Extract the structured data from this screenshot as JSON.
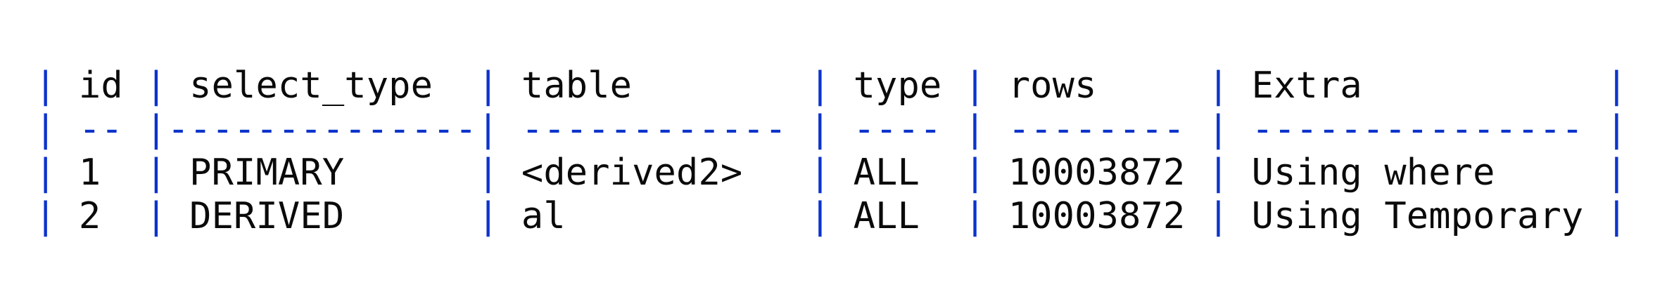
{
  "screen": {
    "kind": "terminal-output",
    "description": "MySQL EXPLAIN query plan result table rendered as ASCII table"
  },
  "colors": {
    "frame": "#0c33cb",
    "text": "#0a0a0a",
    "background": "#ffffff"
  },
  "explain_table": {
    "columns": [
      "id",
      "select_type",
      "table",
      "type",
      "rows",
      "Extra"
    ],
    "rows": [
      {
        "id": "1",
        "select_type": "PRIMARY",
        "table": "<derived2>",
        "type": "ALL",
        "rows": "10003872",
        "Extra": "Using where"
      },
      {
        "id": "2",
        "select_type": "DERIVED",
        "table": "al",
        "type": "ALL",
        "rows": "10003872",
        "Extra": "Using Temporary"
      }
    ]
  },
  "terminal": {
    "lines": [
      {
        "name": "explain-header-line",
        "segments": [
          {
            "kind": "frame",
            "t": "|"
          },
          {
            "kind": "text",
            "t": " id "
          },
          {
            "kind": "frame",
            "t": "|"
          },
          {
            "kind": "text",
            "t": " select_type  "
          },
          {
            "kind": "frame",
            "t": "|"
          },
          {
            "kind": "text",
            "t": " table        "
          },
          {
            "kind": "frame",
            "t": "|"
          },
          {
            "kind": "text",
            "t": " type "
          },
          {
            "kind": "frame",
            "t": "|"
          },
          {
            "kind": "text",
            "t": " rows     "
          },
          {
            "kind": "frame",
            "t": "|"
          },
          {
            "kind": "text",
            "t": " Extra           "
          },
          {
            "kind": "frame",
            "t": "|"
          }
        ]
      },
      {
        "name": "explain-separator-line",
        "segments": [
          {
            "kind": "frame",
            "t": "| -- |--------------| ------------ | ---- | -------- | --------------- |"
          }
        ]
      },
      {
        "name": "explain-row-1",
        "segments": [
          {
            "kind": "frame",
            "t": "|"
          },
          {
            "kind": "text",
            "t": " 1  "
          },
          {
            "kind": "frame",
            "t": "|"
          },
          {
            "kind": "text",
            "t": " PRIMARY      "
          },
          {
            "kind": "frame",
            "t": "|"
          },
          {
            "kind": "text",
            "t": " <derived2>   "
          },
          {
            "kind": "frame",
            "t": "|"
          },
          {
            "kind": "text",
            "t": " ALL  "
          },
          {
            "kind": "frame",
            "t": "|"
          },
          {
            "kind": "text",
            "t": " 10003872 "
          },
          {
            "kind": "frame",
            "t": "|"
          },
          {
            "kind": "text",
            "t": " Using where     "
          },
          {
            "kind": "frame",
            "t": "|"
          }
        ]
      },
      {
        "name": "explain-row-2",
        "segments": [
          {
            "kind": "frame",
            "t": "|"
          },
          {
            "kind": "text",
            "t": " 2  "
          },
          {
            "kind": "frame",
            "t": "|"
          },
          {
            "kind": "text",
            "t": " DERIVED      "
          },
          {
            "kind": "frame",
            "t": "|"
          },
          {
            "kind": "text",
            "t": " al           "
          },
          {
            "kind": "frame",
            "t": "|"
          },
          {
            "kind": "text",
            "t": " ALL  "
          },
          {
            "kind": "frame",
            "t": "|"
          },
          {
            "kind": "text",
            "t": " 10003872 "
          },
          {
            "kind": "frame",
            "t": "|"
          },
          {
            "kind": "text",
            "t": " Using Temporary "
          },
          {
            "kind": "frame",
            "t": "|"
          }
        ]
      }
    ]
  }
}
